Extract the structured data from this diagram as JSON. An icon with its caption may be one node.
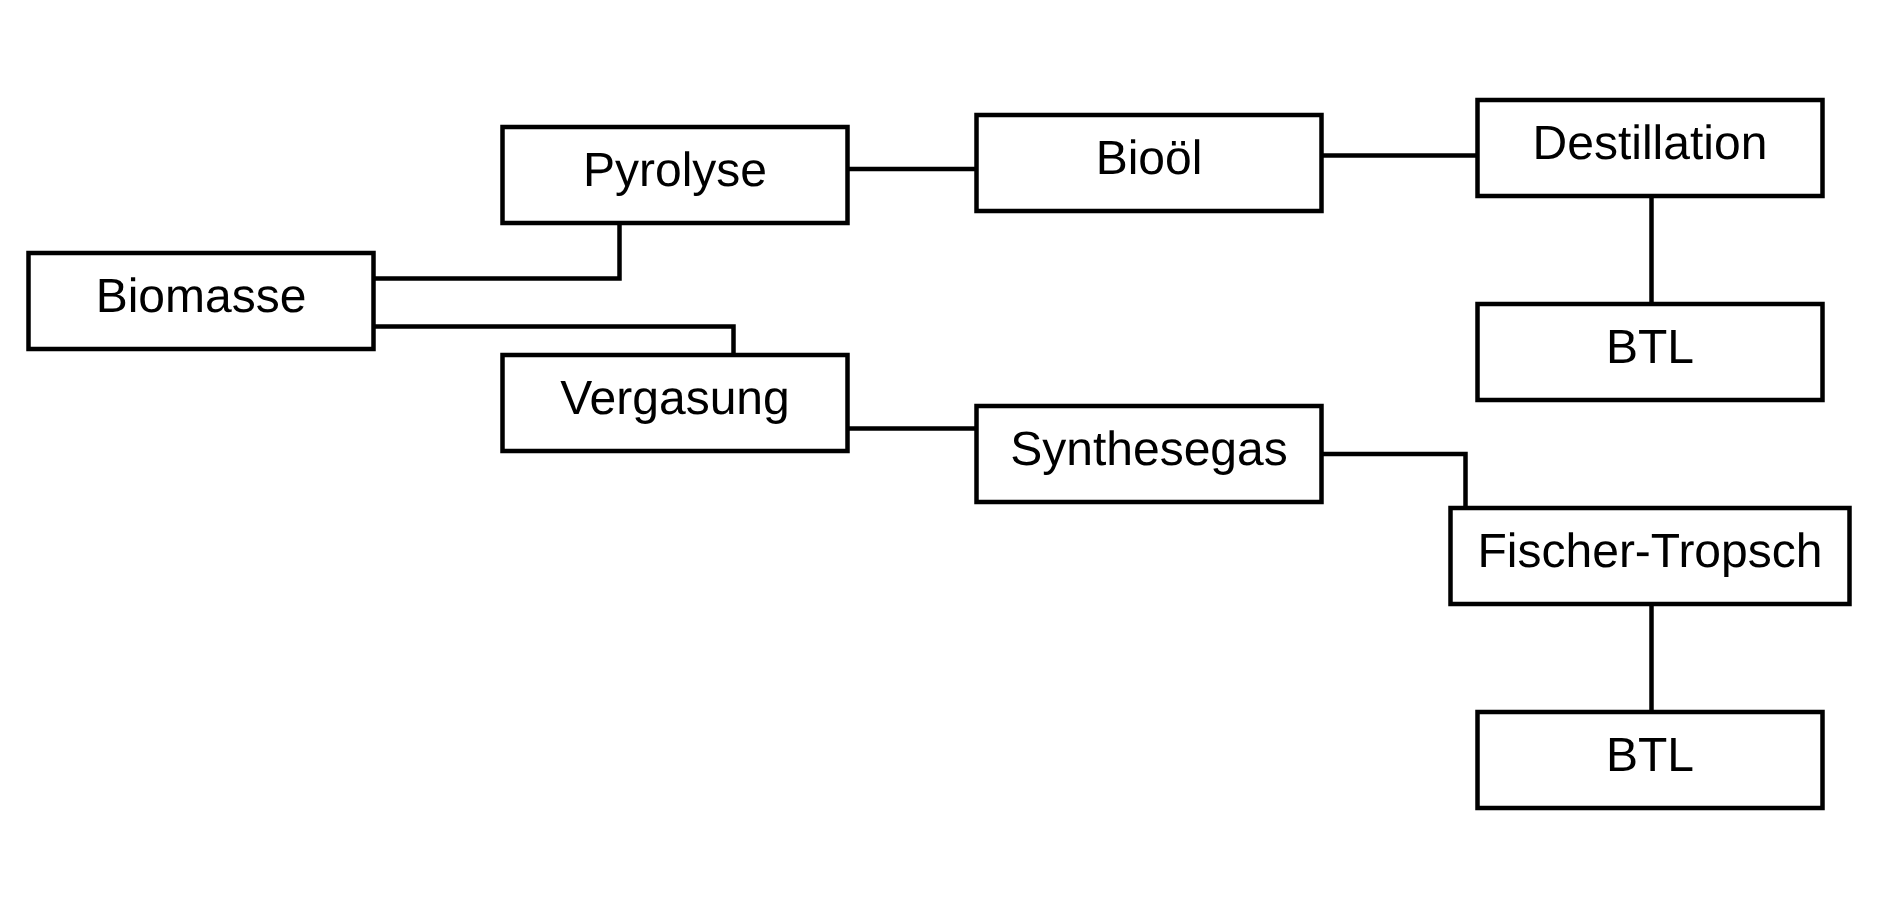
{
  "diagram": {
    "nodes": [
      {
        "text": [
          "BTL"
        ]
      },
      {
        "text": [
          "Pyrolyse"
        ]
      },
      {
        "text": [
          "Bioöl"
        ]
      },
      {
        "text": [
          "Destillation"
        ]
      },
      {
        "text": [
          "Biomasse"
        ]
      },
      {
        "text": [
          "Vergasung"
        ]
      },
      {
        "text": [
          "Synthesegas"
        ]
      },
      {
        "text": [
          "Fischer-Tropsch"
        ]
      },
      {
        "text": [
          "BTL"
        ]
      }
    ],
    "edges": [
      {
        "from": 4,
        "to": 1,
        "arrow": "none"
      },
      {
        "from": 1,
        "to": 2,
        "arrow": "none"
      },
      {
        "from": 2,
        "to": 3,
        "arrow": "none"
      },
      {
        "from": 3,
        "to": 0,
        "arrow": "none"
      },
      {
        "from": 4,
        "to": 5,
        "arrow": "none"
      },
      {
        "from": 5,
        "to": 6,
        "arrow": "none"
      },
      {
        "from": 6,
        "to": 7,
        "arrow": "none"
      },
      {
        "from": 7,
        "to": 8,
        "arrow": "none"
      }
    ]
  }
}
